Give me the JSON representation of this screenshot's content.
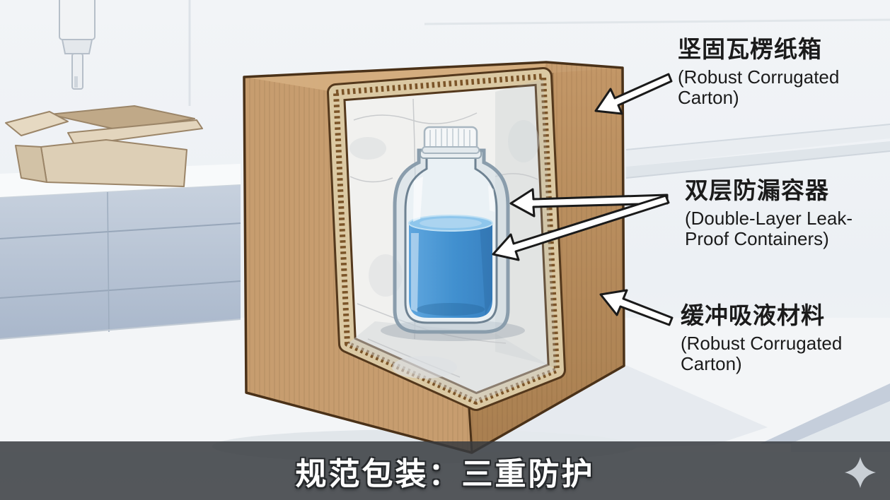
{
  "annotations": {
    "carton": {
      "zh": "坚固瓦楞纸箱",
      "en_line1": "(Robust Corrugated",
      "en_line2": "Carton)"
    },
    "containers": {
      "zh": "双层防漏容器",
      "en_line1": "(Double-Layer Leak-",
      "en_line2": "Proof Containers)"
    },
    "cushion": {
      "zh": "缓冲吸液材料",
      "en_line1": "(Robust Corrugated",
      "en_line2": "Carton)"
    }
  },
  "caption": {
    "text": "规范包装：三重防护"
  },
  "icons": {
    "sparkle": "four-pointed-star"
  },
  "colors": {
    "carton_front": "#c79d6f",
    "carton_right": "#b88c5d",
    "carton_top": "#d5ae80",
    "corrugated_band": "#dbc9a3",
    "corrugated_edge": "#54381c",
    "cushion_white": "#f1f1ef",
    "liquid_blue": "#3f93d2",
    "liquid_light": "#8ec6ec",
    "glass_tint": "#ebf2f6",
    "arrow_fill": "#ffffff",
    "arrow_outline": "#1a1a1a",
    "label_text": "#1b1b1b",
    "caption_bar": "rgba(55,59,63,0.85)",
    "caption_text": "#ffffff",
    "sparkle": "#c9cfd5"
  }
}
